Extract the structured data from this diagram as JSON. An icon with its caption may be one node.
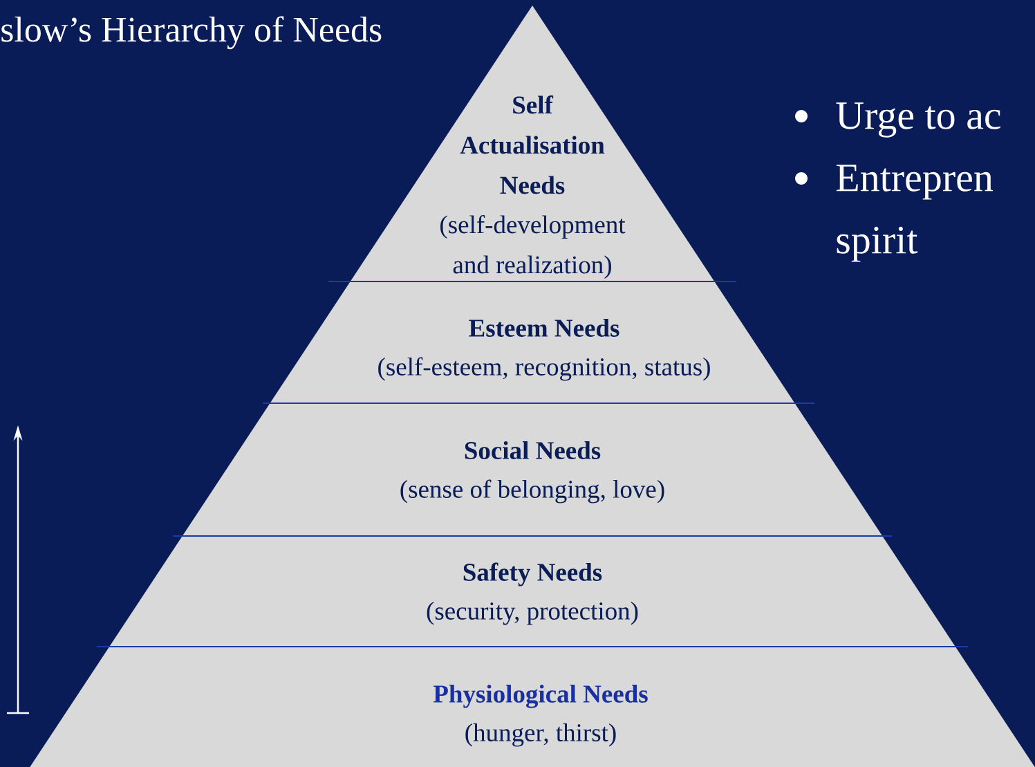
{
  "diagram": {
    "title": "slow’s Hierarchy of Needs",
    "nodes": [
      {
        "text": [
          "Self Actualisation Needs",
          "(self-development and realization)"
        ]
      },
      {
        "text": [
          "Esteem Needs",
          "(self-esteem, recognition, status)"
        ]
      },
      {
        "text": [
          "Social Needs",
          "(sense of belonging, love)"
        ]
      },
      {
        "text": [
          "Safety Needs",
          "(security, protection)"
        ]
      },
      {
        "text": [
          "Physiological Needs",
          "(hunger, thirst)"
        ]
      }
    ],
    "labels": [
      "Urge to ac",
      "Entrepren spirit"
    ]
  }
}
